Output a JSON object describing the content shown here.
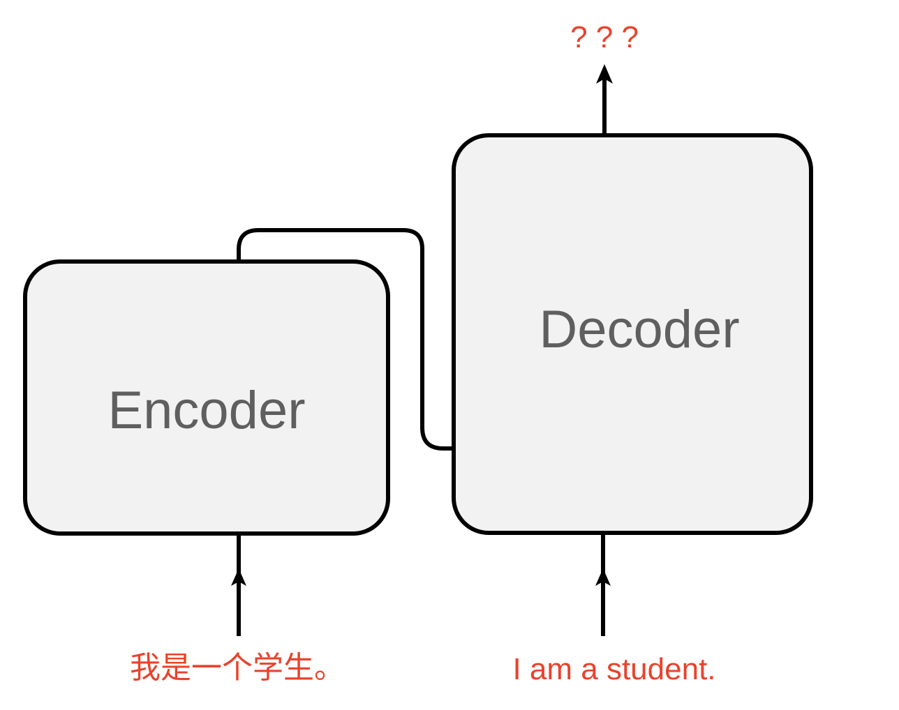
{
  "diagram": {
    "encoder_label": "Encoder",
    "decoder_label": "Decoder",
    "encoder_input": "我是一个学生。",
    "decoder_input": "I am a student.",
    "decoder_output": "? ? ?",
    "colors": {
      "box_fill": "#f2f2f2",
      "stroke": "#000000",
      "label": "#5f5f5f",
      "annotation": "#e8432c"
    }
  }
}
